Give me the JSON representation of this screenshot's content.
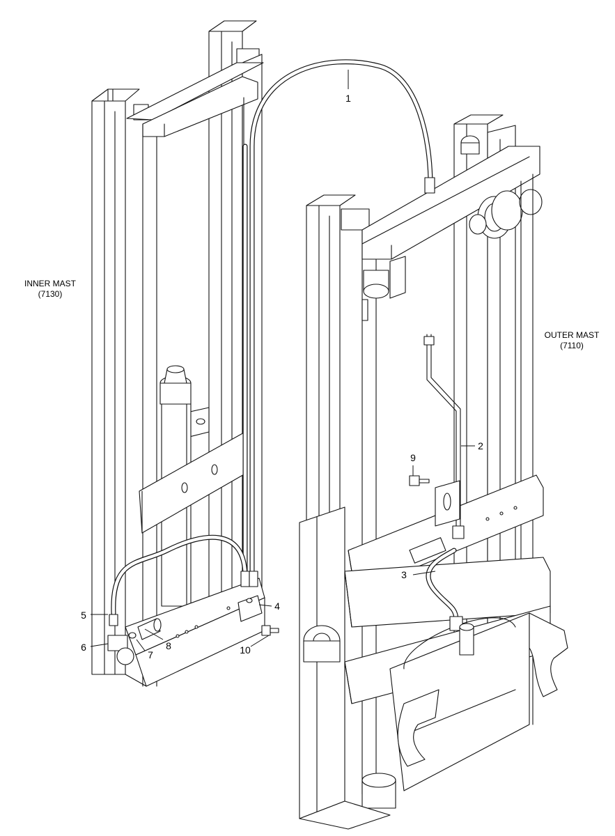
{
  "masts": {
    "inner": {
      "name": "INNER MAST",
      "code": "(7130)"
    },
    "outer": {
      "name": "OUTER MAST",
      "code": "(7110)"
    }
  },
  "callouts": [
    "1",
    "2",
    "3",
    "4",
    "5",
    "6",
    "7",
    "8",
    "9",
    "10"
  ]
}
